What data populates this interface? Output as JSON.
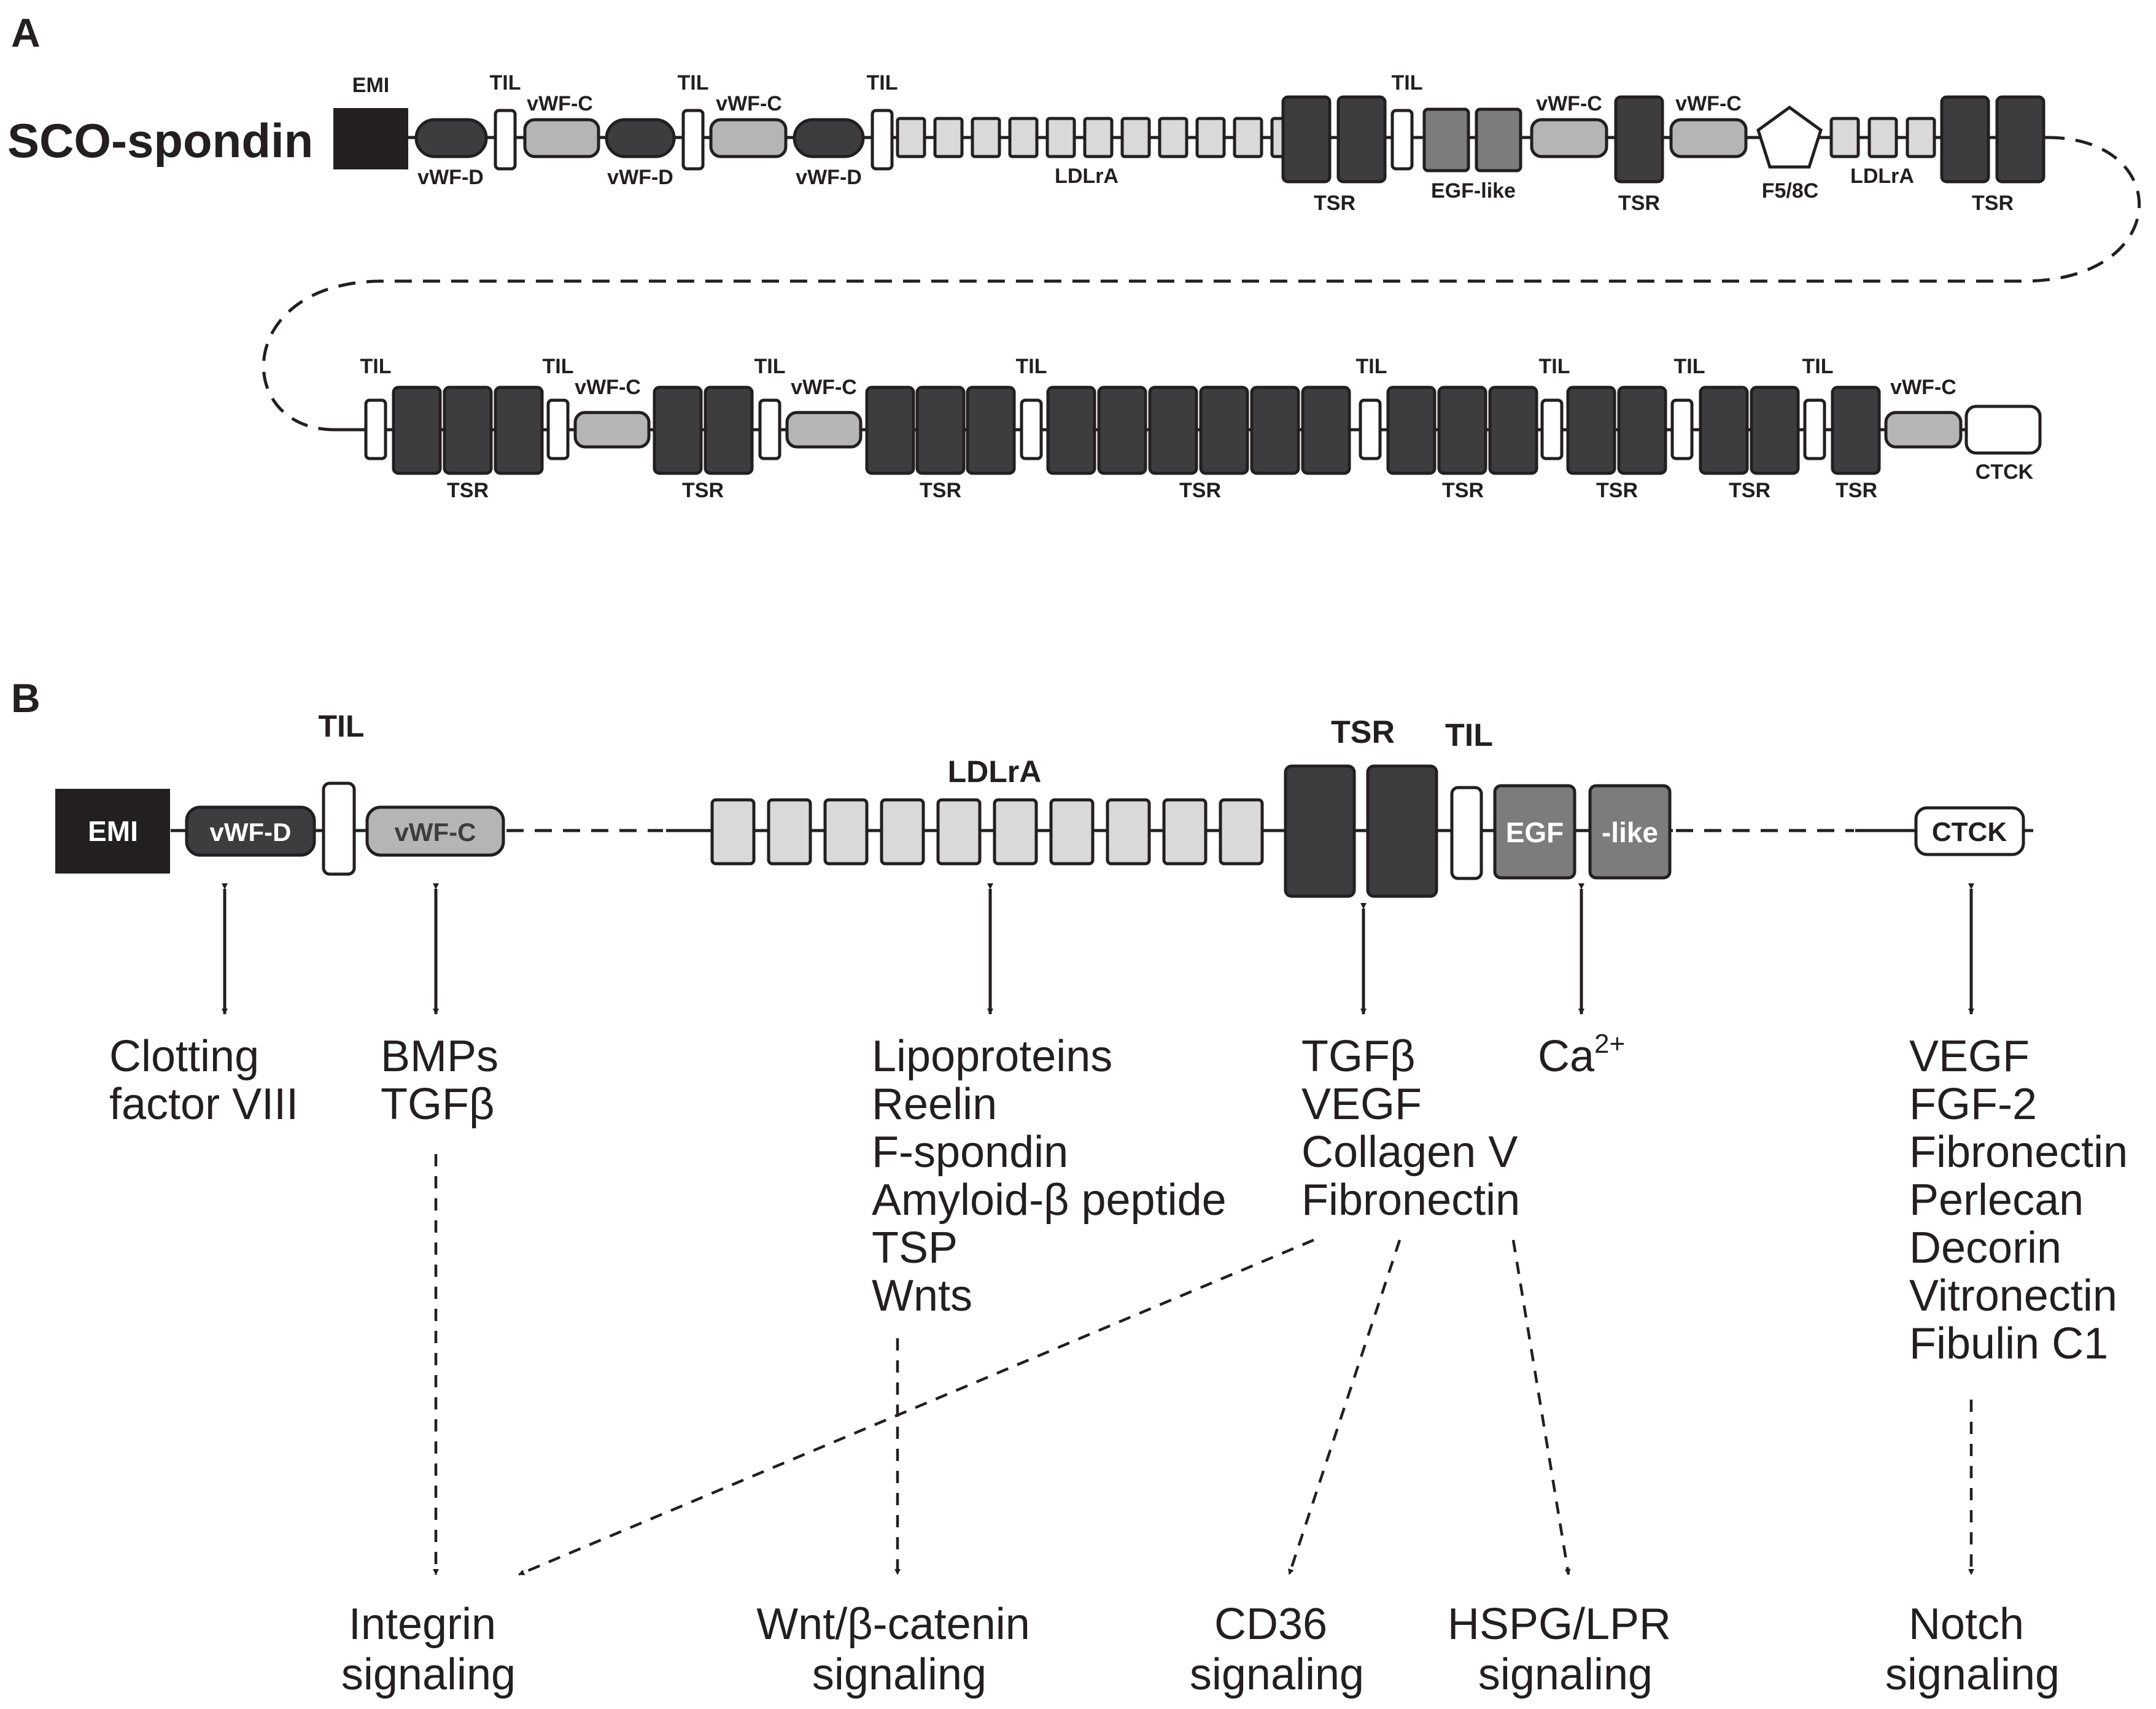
{
  "panel_a": {
    "letter": "A",
    "protein_name": "SCO-spondin",
    "labels": {
      "emi": "EMI",
      "til": "TIL",
      "vwfc": "vWF-C",
      "vwfd": "vWF-D",
      "ldlra": "LDLrA",
      "tsr": "TSR",
      "egf_like": "EGF-like",
      "f58c": "F5/8C",
      "ctck": "CTCK"
    }
  },
  "panel_b": {
    "letter": "B",
    "domains": {
      "emi": "EMI",
      "vwfd": "vWF-D",
      "til": "TIL",
      "vwfc": "vWF-C",
      "ldlra": "LDLrA",
      "tsr": "TSR",
      "til2": "TIL",
      "egf": "EGF",
      "like": "-like",
      "ctck": "CTCK"
    },
    "partners": {
      "vwfd": [
        "Clotting",
        "factor VIII"
      ],
      "vwfc": [
        "BMPs",
        "TGFβ"
      ],
      "ldlra": [
        "Lipoproteins",
        "Reelin",
        "F-spondin",
        "Amyloid-β peptide",
        "TSP",
        "Wnts"
      ],
      "tsr": [
        "TGFβ",
        "VEGF",
        "Collagen V",
        "Fibronectin"
      ],
      "egf_base": "Ca",
      "egf_sup": "2+",
      "ctck": [
        "VEGF",
        "FGF-2",
        "Fibronectin",
        "Perlecan",
        "Decorin",
        "Vitronectin",
        "Fibulin C1"
      ]
    },
    "signaling": {
      "integrin": [
        "Integrin",
        "signaling"
      ],
      "wnt": [
        "Wnt/β-catenin",
        "signaling"
      ],
      "cd36": [
        "CD36",
        "signaling"
      ],
      "hspg": [
        "HSPG/LPR",
        "signaling"
      ],
      "notch": [
        "Notch",
        "signaling"
      ]
    }
  }
}
